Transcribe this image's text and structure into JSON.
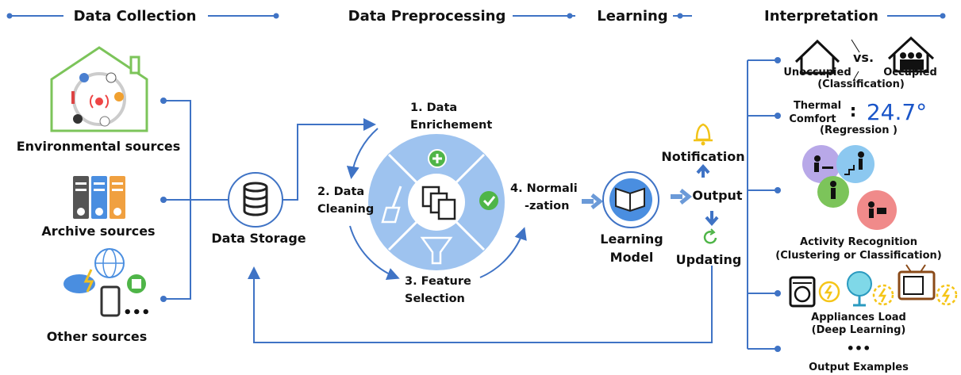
{
  "headers": {
    "collection": "Data Collection",
    "preprocessing": "Data Preprocessing",
    "learning": "Learning",
    "interpretation": "Interpretation"
  },
  "sources": {
    "environmental": "Environmental sources",
    "archive": "Archive sources",
    "other": "Other sources"
  },
  "storage": "Data Storage",
  "steps": {
    "enrich_1": "1. Data",
    "enrich_2": "Enrichement",
    "clean_1": "2. Data",
    "clean_2": "Cleaning",
    "feature_1": "3. Feature",
    "feature_2": "Selection",
    "norm_1": "4. Normali",
    "norm_2": "-zation"
  },
  "model": {
    "line1": "Learning",
    "line2": "Model"
  },
  "output": {
    "notification": "Notification",
    "output": "Output",
    "updating": "Updating"
  },
  "examples": {
    "unoccupied": "Unoccupied",
    "vs": "vs.",
    "occupied": "Occupied",
    "classification": "(Classification)",
    "thermal_1": "Thermal",
    "thermal_2": "Comfort",
    "colon": ":",
    "thermal_value": "24.7°",
    "regression": "(Regression )",
    "activity_1": "Activity Recognition",
    "activity_2": "(Clustering or Classification)",
    "appliances_1": "Appliances Load",
    "appliances_2": "(Deep Learning)",
    "ellipsis": "•••",
    "output_examples": "Output Examples"
  },
  "other_ellipsis": "•••",
  "colors": {
    "line": "#3f73c5",
    "arrow": "#6b9ad8",
    "wheel": "#9ec3ef",
    "house": "#7cc45a",
    "bell": "#f2c318",
    "green": "#4fb548",
    "bolt": "#f5c518"
  }
}
